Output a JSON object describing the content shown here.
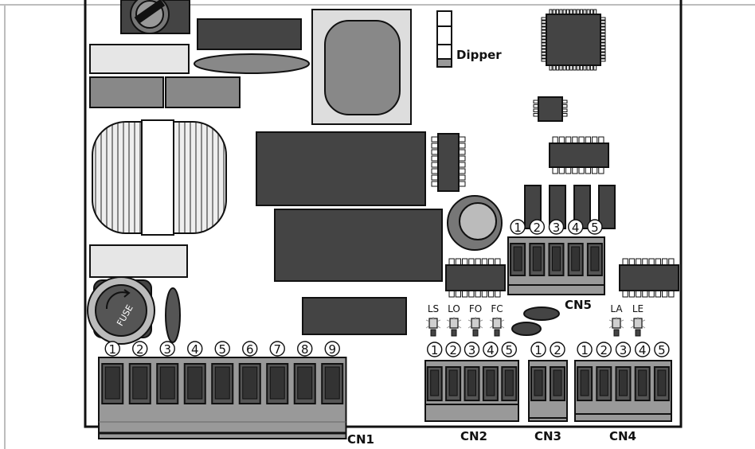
{
  "labels": {
    "dipper": "Dipper",
    "fuse": "FUSE",
    "cn1": "CN1",
    "cn2": "CN2",
    "cn3": "CN3",
    "cn4": "CN4",
    "cn5": "CN5"
  },
  "connectors": {
    "cn1": [
      "1",
      "2",
      "3",
      "4",
      "5",
      "6",
      "7",
      "8",
      "9"
    ],
    "cn2": [
      "1",
      "2",
      "3",
      "4",
      "5"
    ],
    "cn3": [
      "1",
      "2"
    ],
    "cn4": [
      "1",
      "2",
      "3",
      "4",
      "5"
    ],
    "cn5": [
      "1",
      "2",
      "3",
      "4",
      "5"
    ]
  },
  "leds": {
    "cn2": [
      "LS",
      "LO",
      "FO",
      "FC"
    ],
    "cn4": [
      "LA",
      "LE"
    ]
  }
}
